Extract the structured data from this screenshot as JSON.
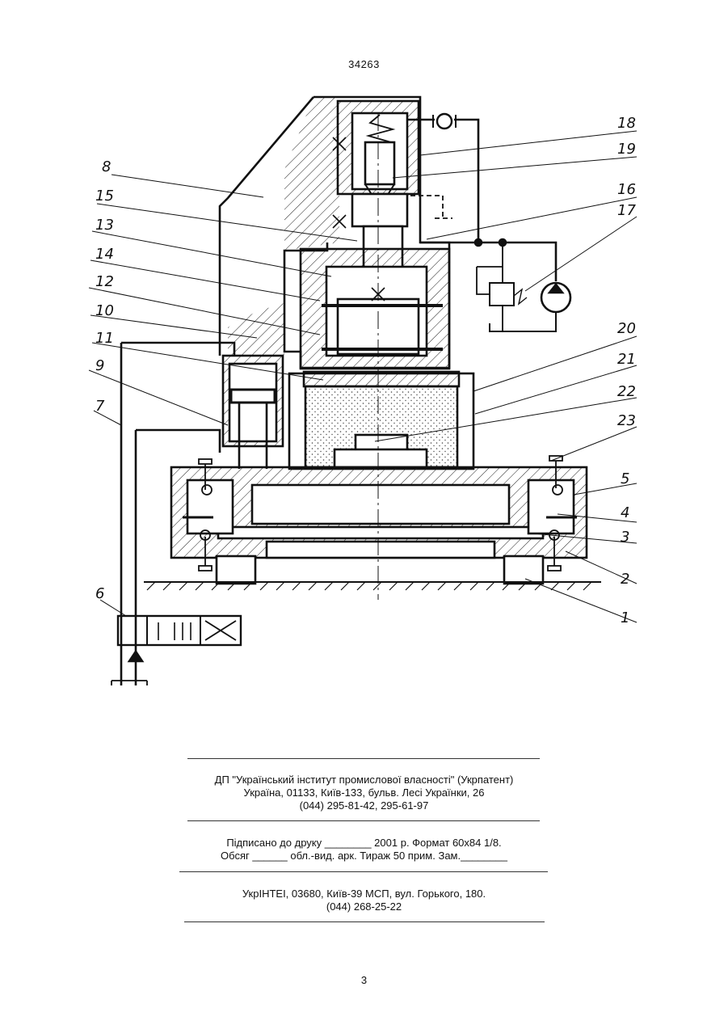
{
  "header": {
    "patent_number": "34263"
  },
  "figure": {
    "part_labels": [
      "18",
      "19",
      "8",
      "15",
      "16",
      "13",
      "17",
      "14",
      "12",
      "20",
      "10",
      "11",
      "21",
      "9",
      "22",
      "7",
      "23",
      "5",
      "4",
      "3",
      "2",
      "6",
      "1"
    ]
  },
  "imprint": {
    "publisher_line1": "ДП \"Український інститут промислової власності\" (Укрпатент)",
    "publisher_line2": "Україна, 01133, Київ-133, бульв. Лесі Українки, 26",
    "publisher_line3": "(044) 295-81-42, 295-61-97",
    "print_line1": "Підписано до друку ________ 2001 р.    Формат 60х84 1/8.",
    "print_line2": "Обсяг ______ обл.-вид. арк.   Тираж 50 прим.    Зам.________",
    "printer_line1": "УкрІНТЕІ, 03680, Київ-39 МСП, вул. Горького, 180.",
    "printer_line2": "(044) 268-25-22"
  },
  "footer": {
    "page_number": "3"
  }
}
